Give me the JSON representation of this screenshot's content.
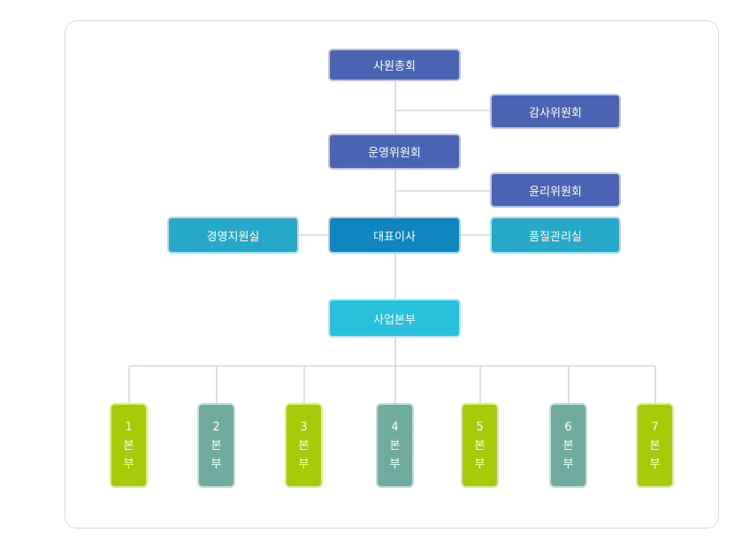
{
  "org": {
    "general_meeting": "사원총회",
    "audit_committee": "감사위원회",
    "operating_committee": "운영위원회",
    "ethics_committee": "윤리위원회",
    "management_support": "경영지원실",
    "ceo": "대표이사",
    "quality_management": "품질관리실",
    "business_division": "사업본부",
    "divisions": [
      {
        "number": "1",
        "c1": "본",
        "c2": "부"
      },
      {
        "number": "2",
        "c1": "본",
        "c2": "부"
      },
      {
        "number": "3",
        "c1": "본",
        "c2": "부"
      },
      {
        "number": "4",
        "c1": "본",
        "c2": "부"
      },
      {
        "number": "5",
        "c1": "본",
        "c2": "부"
      },
      {
        "number": "6",
        "c1": "본",
        "c2": "부"
      },
      {
        "number": "7",
        "c1": "본",
        "c2": "부"
      }
    ]
  },
  "colors": {
    "dark_blue": "#4a63b3",
    "ceo_blue": "#0f86bf",
    "teal": "#26a9c8",
    "light_cyan": "#27c1de",
    "lime": "#a6cb08",
    "sage": "#6fac9f",
    "connector": "#b8c4cc"
  }
}
